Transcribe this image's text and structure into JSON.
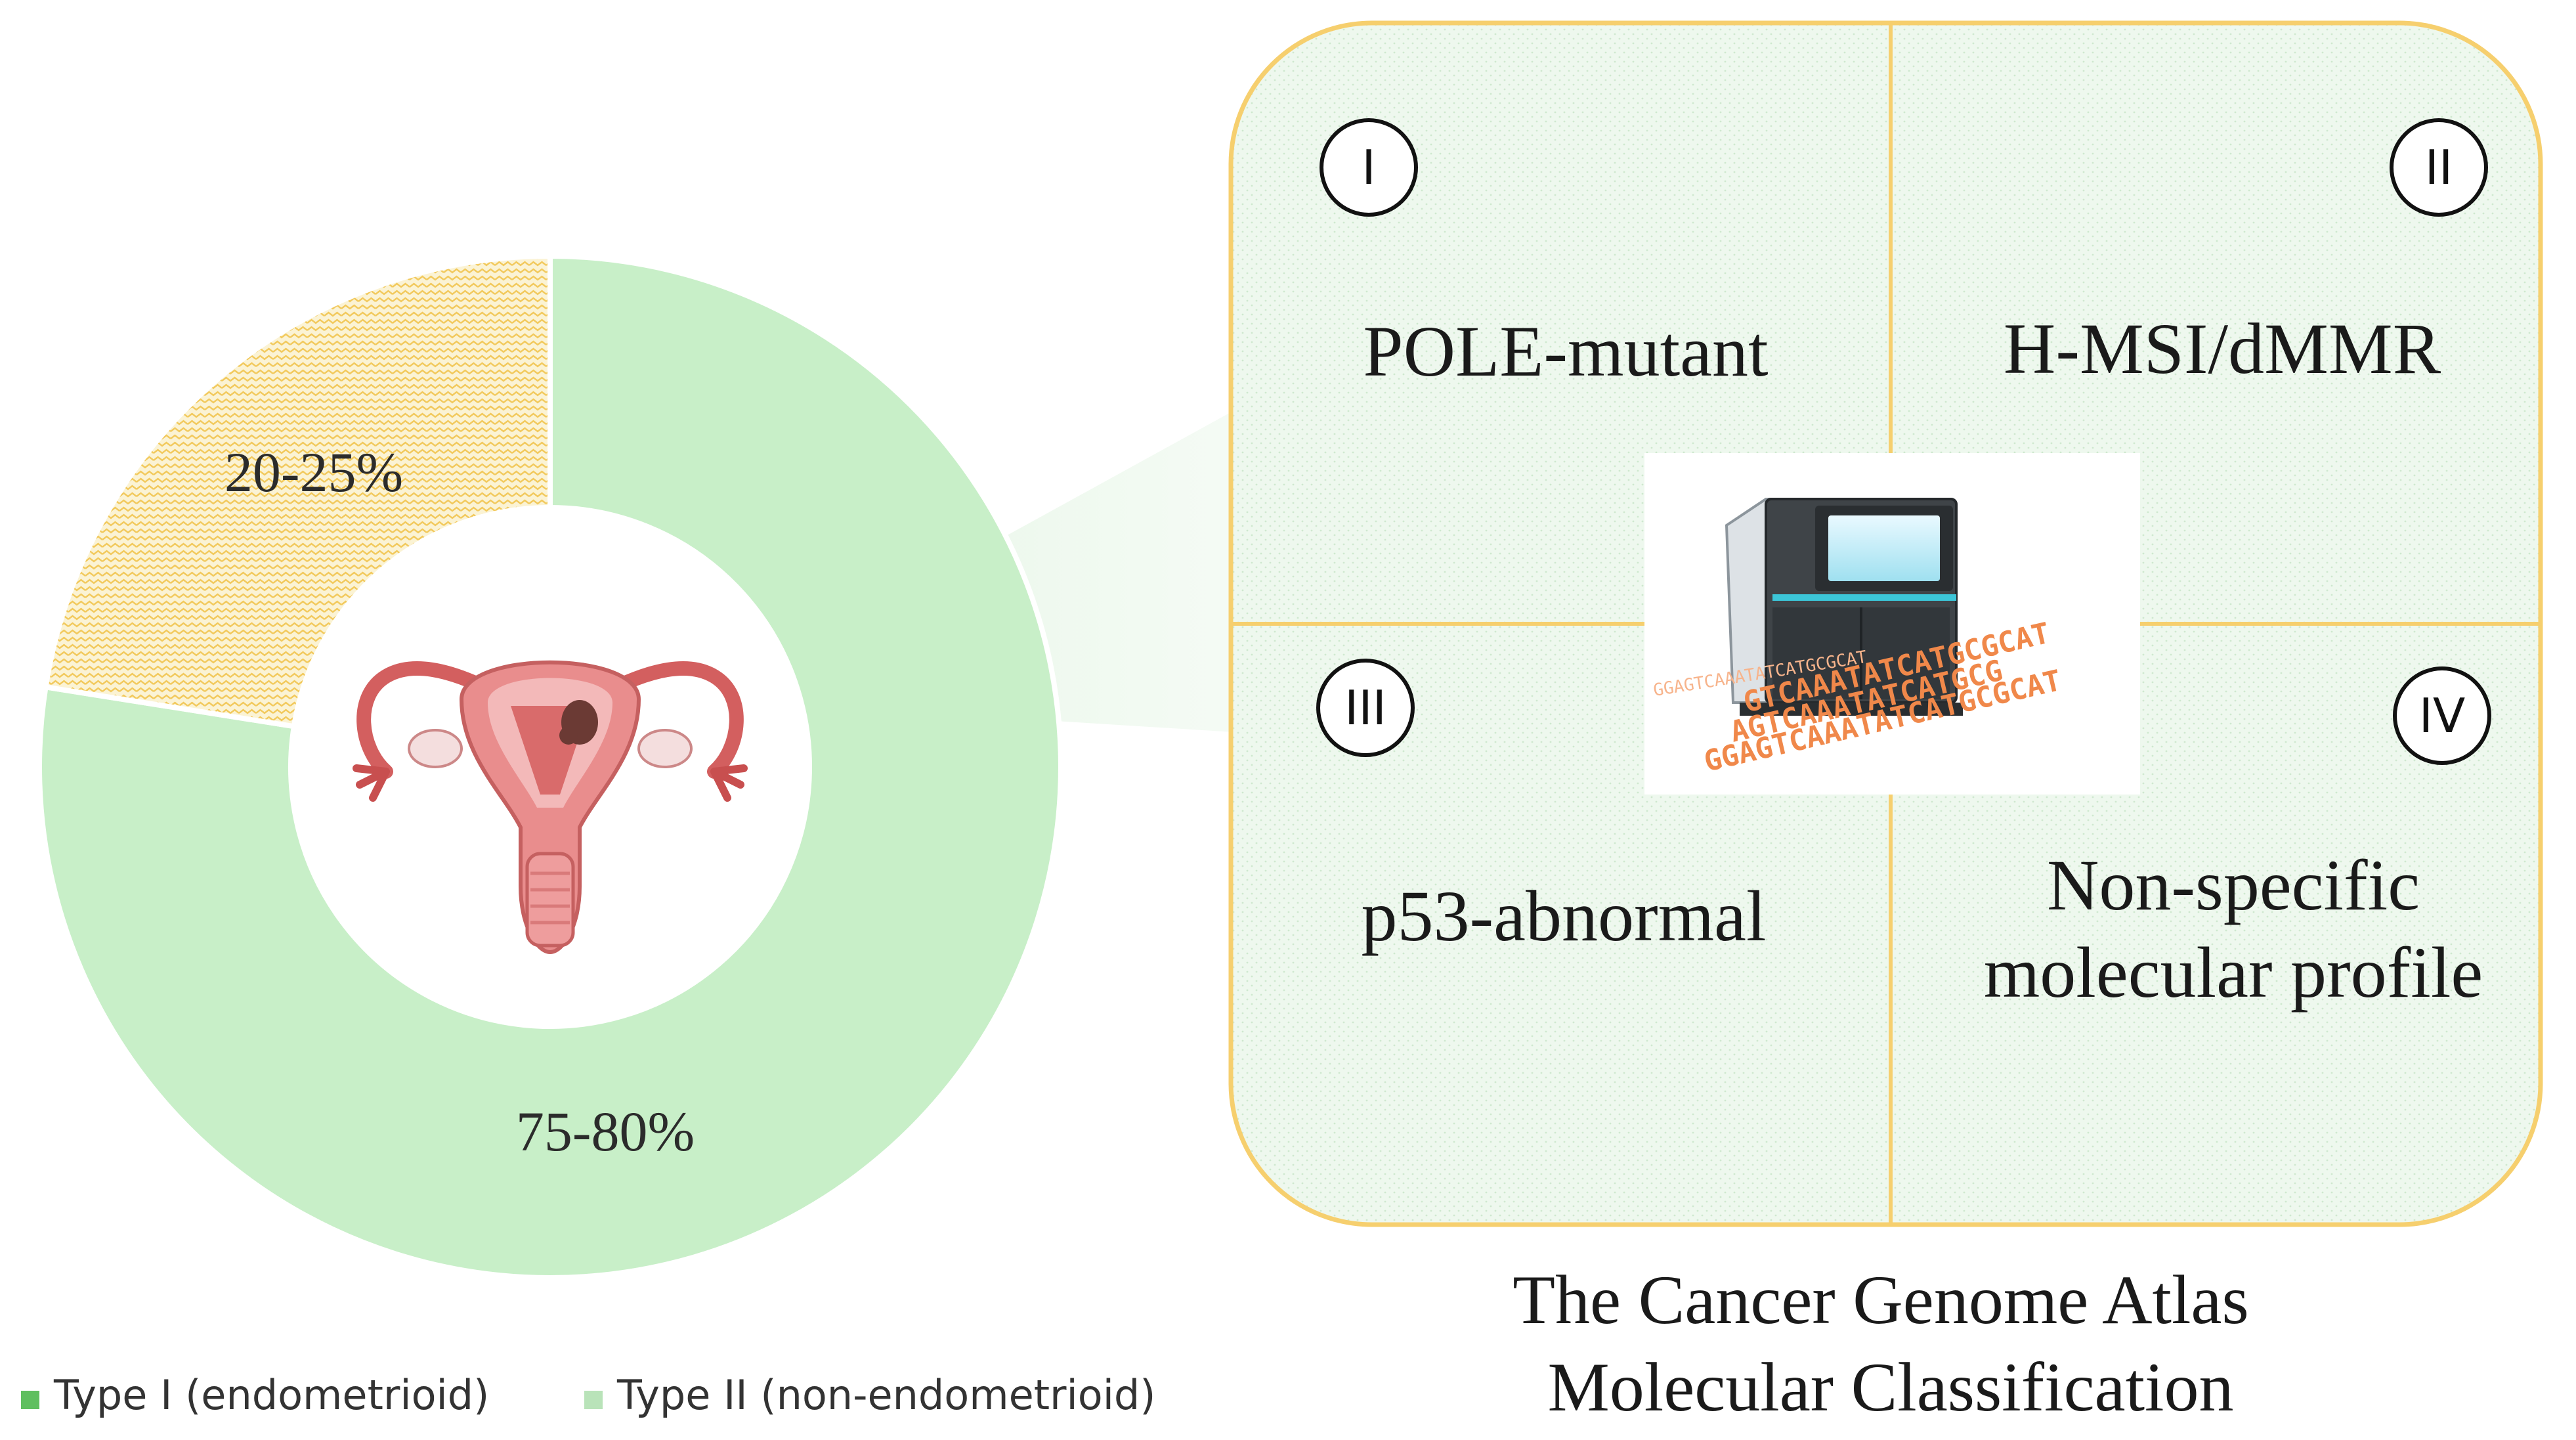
{
  "chart_data": {
    "type": "pie",
    "donut": true,
    "slices": [
      {
        "label": "Type I (endometrioid)",
        "value_label": "75-80%",
        "value": 77.5,
        "color": "#c8efc8",
        "pattern": "none"
      },
      {
        "label": "Type II (non-endometrioid)",
        "value_label": "20-25%",
        "value": 22.5,
        "color": "#f5e9b8",
        "pattern": "zigzag"
      }
    ],
    "legend": {
      "placement": "bottom-left",
      "entries": [
        {
          "label": "Type I (endometrioid)",
          "color": "#5fbf5f"
        },
        {
          "label": "Type II (non-endometrioid)",
          "color": "#b9e3b9"
        }
      ]
    },
    "center_icon": "uterus-icon"
  },
  "classification": {
    "caption_line1": "The Cancer Genome Atlas",
    "caption_line2": "Molecular Classification",
    "border_color": "#f6cf6e",
    "panel_color": "#eef8ee",
    "quadrants": [
      {
        "roman": "I",
        "lines": [
          "POLE-mutant"
        ]
      },
      {
        "roman": "II",
        "lines": [
          "H-MSI/dMMR"
        ]
      },
      {
        "roman": "III",
        "lines": [
          "p53-abnormal"
        ]
      },
      {
        "roman": "IV",
        "lines": [
          "Non-specific",
          "molecular profile"
        ]
      }
    ],
    "center_icon": "dna-sequencer-icon",
    "sequence_lines": [
      "GTCAAATATCATGCGCAT",
      "AGTCAAATATCATGCG",
      "GGAGTCAAATATCATGCGCAT"
    ]
  }
}
